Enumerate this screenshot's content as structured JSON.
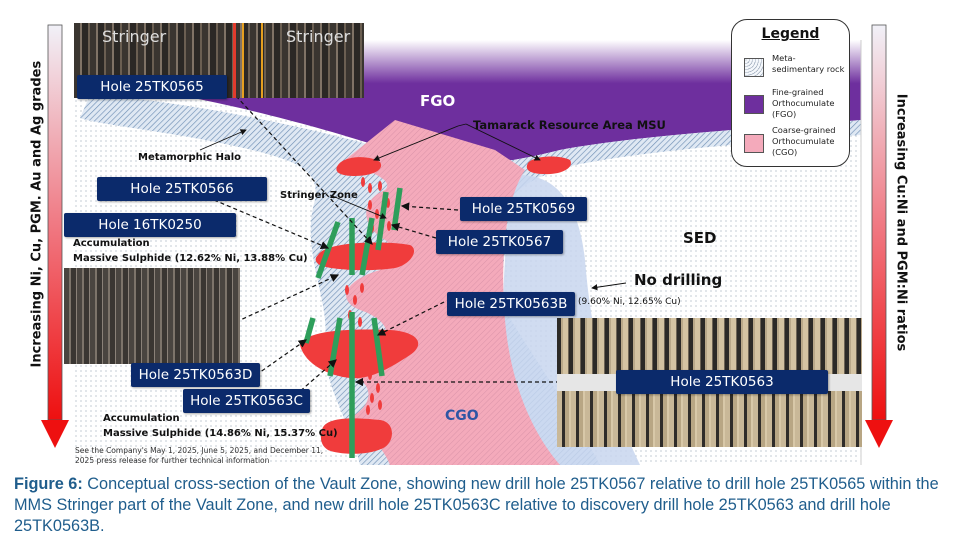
{
  "legend": {
    "title": "Legend",
    "items": [
      {
        "label": "Meta-sedimentary rock",
        "color": "#f4f7fb"
      },
      {
        "label": "Fine-grained Orthocumulate (FGO)",
        "color": "#6e2f9e"
      },
      {
        "label": "Coarse-grained Orthocumulate (CGO)",
        "color": "#f4aabb"
      }
    ]
  },
  "arrows": {
    "left": "Increasing Ni, Cu, PGM. Au and Ag grades",
    "right": "Increasing Cu:Ni and PGM:Ni ratios"
  },
  "units": {
    "fgo": "FGO",
    "cgo": "CGO",
    "sed": "SED"
  },
  "annotations": {
    "tamarack": "Tamarack Resource Area MSU",
    "metamorphic_halo": "Metamorphic Halo",
    "stringer_zone": "Stringer Zone",
    "no_drilling": "No drilling",
    "accum1_line1": "Accumulation",
    "accum1_line2": "Massive Sulphide (12.62% Ni, 13.88% Cu)",
    "accum2_line1": "Accumulation",
    "accum2_line2": "Massive Sulphide (14.86% Ni, 15.37% Cu)",
    "grade_0563b": "(9.60% Ni, 12.65% Cu)",
    "footnote_line1": "See the Company's May 1, 2025, June 5, 2025, and December 11,",
    "footnote_line2": "2025 press release for further technical information",
    "core_stringer_left": "Stringer",
    "core_stringer_right": "Stringer"
  },
  "holes": {
    "h0565": "Hole 25TK0565",
    "h0566": "Hole 25TK0566",
    "h0250": "Hole 16TK0250",
    "h0569": "Hole 25TK0569",
    "h0567": "Hole 25TK0567",
    "h0563b": "Hole 25TK0563B",
    "h0563d": "Hole 25TK0563D",
    "h0563c": "Hole 25TK0563C",
    "h0563": "Hole 25TK0563"
  },
  "colors": {
    "hole_box": "#0b2a6b",
    "fgo": "#6e2f9e",
    "cgo": "#f4aabb",
    "sulphide": "#f03c3c",
    "drillhole": "#2e9e5b",
    "caption": "#1f5d8c"
  },
  "caption": {
    "label": "Figure 6:",
    "text": " Conceptual cross-section of the Vault Zone, showing new drill hole 25TK0567 relative to drill hole 25TK0565 within the MMS Stringer part of the Vault Zone, and new drill hole 25TK0563C relative to discovery drill hole 25TK0563 and drill hole 25TK0563B."
  }
}
